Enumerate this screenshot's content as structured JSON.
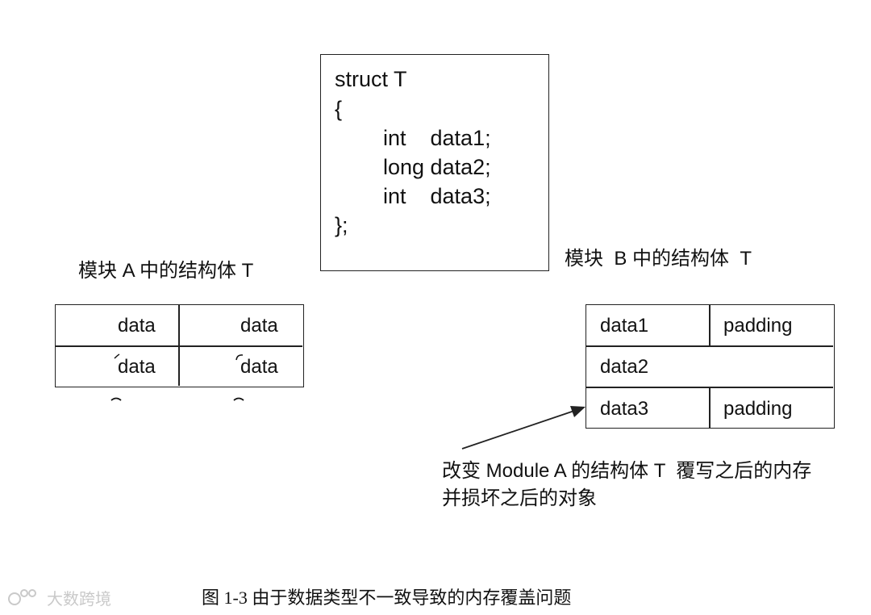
{
  "struct_box": {
    "lines": [
      "struct T",
      "{",
      "int    data1;",
      "long data2;",
      "int    data3;",
      "};"
    ]
  },
  "module_a": {
    "label": "模块 A 中的结构体 T",
    "cells": [
      "data",
      "data",
      "data",
      "data"
    ]
  },
  "module_b": {
    "label": "模块  B 中的结构体  T",
    "rows": [
      [
        "data1",
        "padding"
      ],
      [
        "data2"
      ],
      [
        "data3",
        "padding"
      ]
    ]
  },
  "annotation": {
    "line1": "改变 Module A 的结构体 T  覆写之后的内存",
    "line2": "并损坏之后的对象"
  },
  "caption": "图 1-3    由于数据类型不一致导致的内存覆盖问题",
  "watermark": "大数跨境",
  "colors": {
    "line": "#222222",
    "text": "#111111",
    "watermark": "#c9c9c9"
  }
}
